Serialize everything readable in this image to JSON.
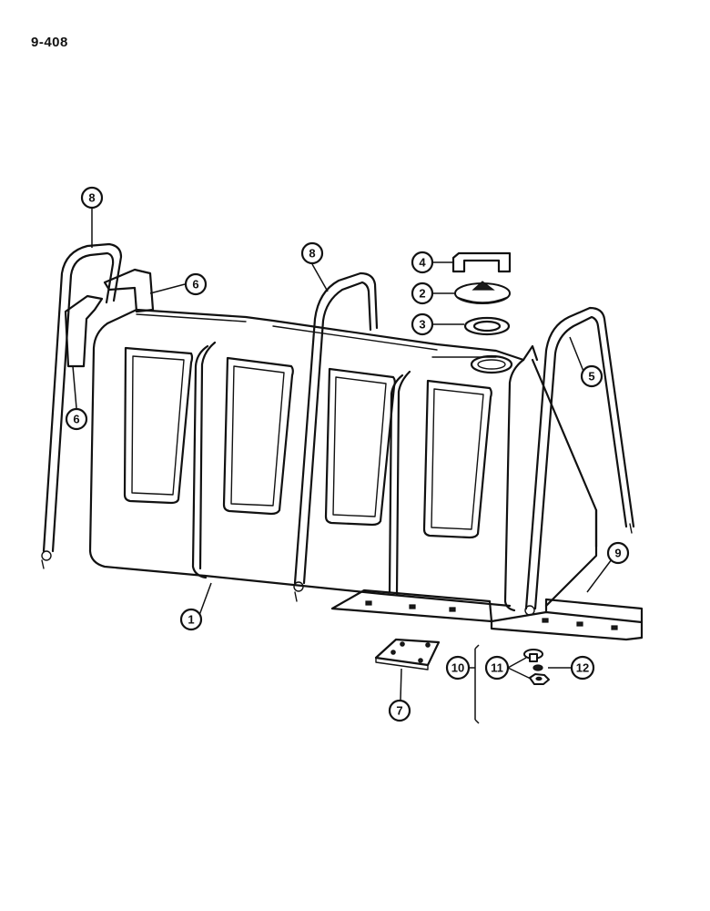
{
  "page_number": "9-408",
  "callouts": [
    {
      "id": "c8a",
      "label": "8"
    },
    {
      "id": "c6a",
      "label": "6"
    },
    {
      "id": "c6b",
      "label": "6"
    },
    {
      "id": "c8b",
      "label": "8"
    },
    {
      "id": "c4",
      "label": "4"
    },
    {
      "id": "c2",
      "label": "2"
    },
    {
      "id": "c3",
      "label": "3"
    },
    {
      "id": "c5",
      "label": "5"
    },
    {
      "id": "c9",
      "label": "9"
    },
    {
      "id": "c1",
      "label": "1"
    },
    {
      "id": "c7",
      "label": "7"
    },
    {
      "id": "c10",
      "label": "10"
    },
    {
      "id": "c11",
      "label": "11"
    },
    {
      "id": "c12",
      "label": "12"
    }
  ]
}
